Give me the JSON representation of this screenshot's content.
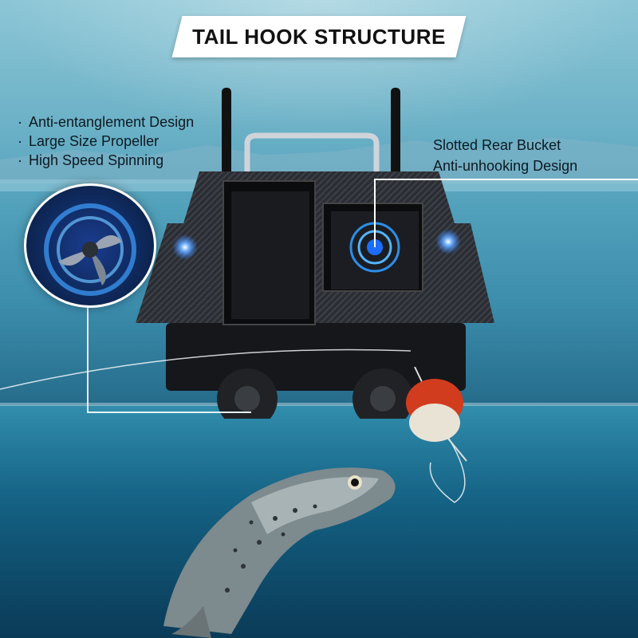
{
  "title": "TAIL HOOK STRUCTURE",
  "features": [
    {
      "label": "Anti-entanglement Design"
    },
    {
      "label": "Large Size Propeller"
    },
    {
      "label": "High Speed Spinning"
    }
  ],
  "rear_bucket": {
    "line1": "Slotted Rear Bucket",
    "line2": "Anti-unhooking Design"
  },
  "colors": {
    "banner": "#ffffff",
    "text": "#0d1a22",
    "glow": "#2f7dff",
    "bobber_red": "#d23c1e"
  },
  "icons": [
    "propeller-icon",
    "spinning-glow-icon"
  ]
}
